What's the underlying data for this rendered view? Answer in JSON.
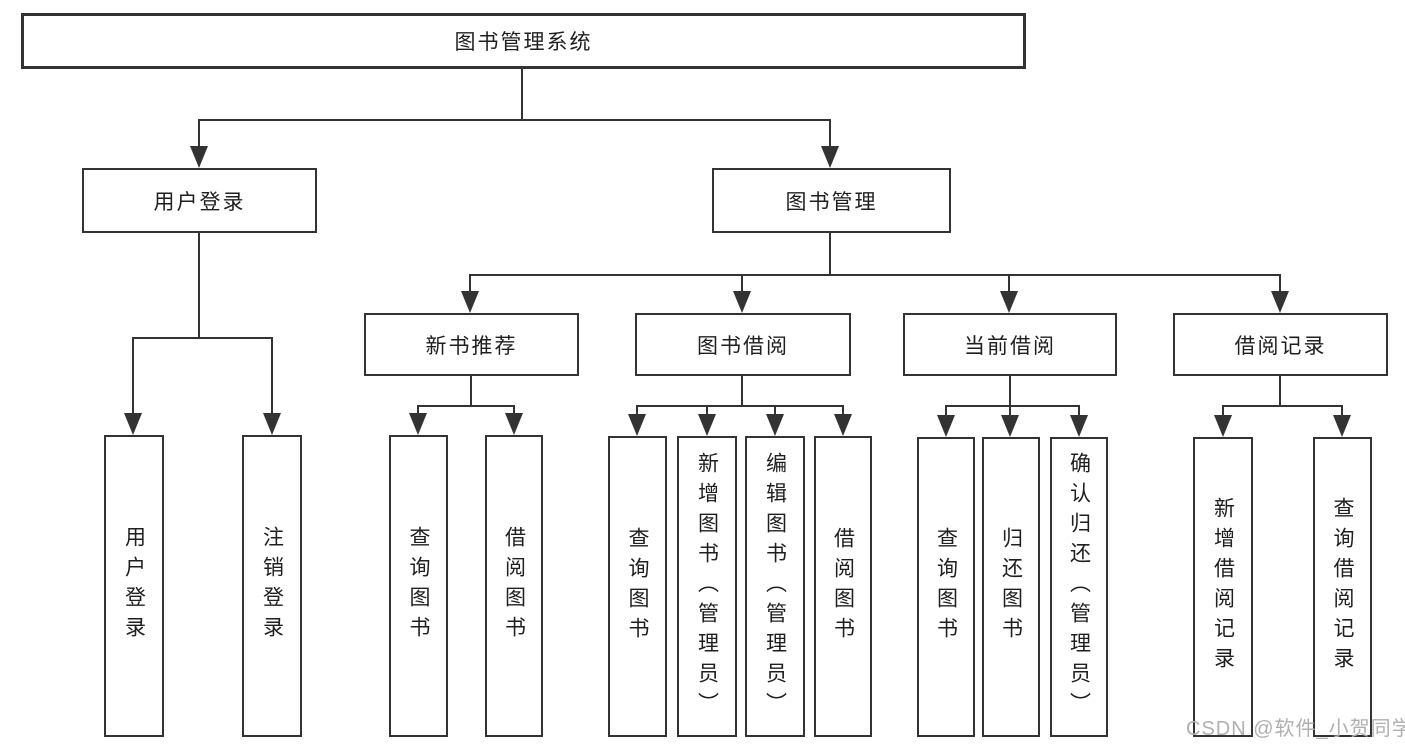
{
  "diagram_title": "图书管理系统",
  "tree": {
    "root": {
      "label": "图书管理系统"
    },
    "level2": [
      {
        "label": "用户登录"
      },
      {
        "label": "图书管理"
      }
    ],
    "level3": [
      {
        "label": "新书推荐"
      },
      {
        "label": "图书借阅"
      },
      {
        "label": "当前借阅"
      },
      {
        "label": "借阅记录"
      }
    ],
    "leaves": [
      {
        "label": "用户登录"
      },
      {
        "label": "注销登录"
      },
      {
        "label": "查询图书"
      },
      {
        "label": "借阅图书"
      },
      {
        "label": "查询图书"
      },
      {
        "label": "新增图书（管理员）"
      },
      {
        "label": "编辑图书（管理员）"
      },
      {
        "label": "借阅图书"
      },
      {
        "label": "查询图书"
      },
      {
        "label": "归还图书"
      },
      {
        "label": "确认归还（管理员）"
      },
      {
        "label": "新增借阅记录"
      },
      {
        "label": "查询借阅记录"
      }
    ]
  },
  "watermark": {
    "text": "CSDN @软件_小贺同学"
  },
  "colors": {
    "line": "#333333",
    "text": "#1f1f1f",
    "watermark": "#b0b0b0",
    "background": "#ffffff"
  }
}
